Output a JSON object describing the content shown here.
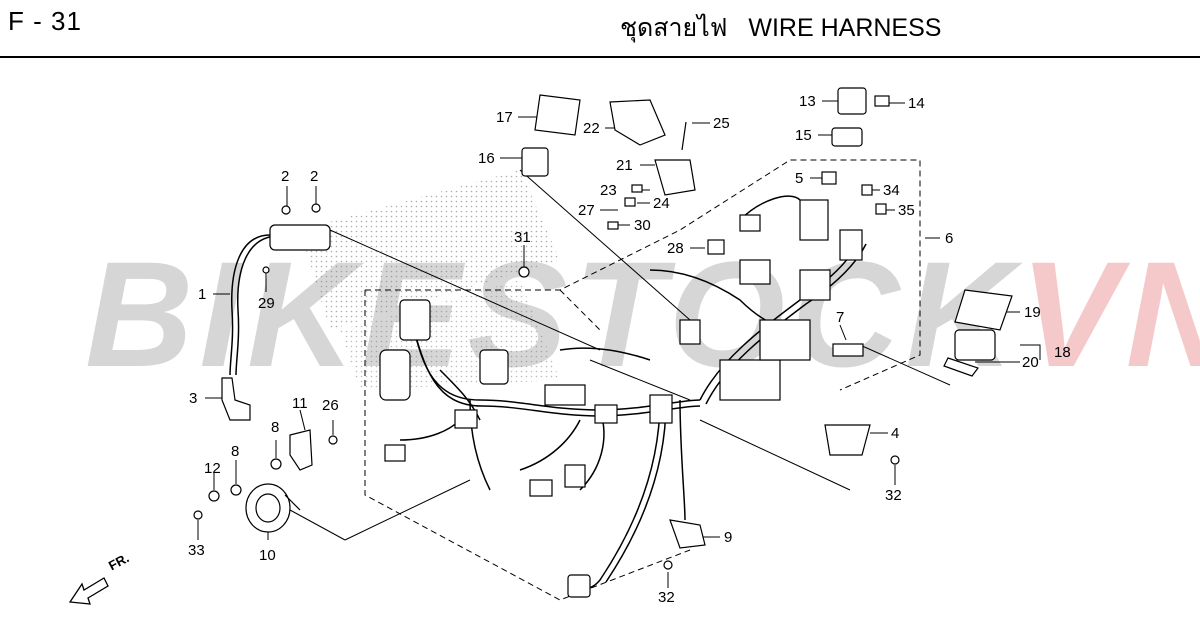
{
  "header": {
    "code": "F - 31",
    "title_thai": "ชุดสายไฟ",
    "title_en": "WIRE HARNESS"
  },
  "watermark": {
    "main": "BIKESTOCK",
    "accent": "VN",
    "accent_color": "#f2b8b8"
  },
  "orientation": {
    "label": "FR."
  },
  "callouts": [
    "1",
    "2",
    "2",
    "3",
    "4",
    "5",
    "6",
    "7",
    "8",
    "8",
    "9",
    "10",
    "11",
    "12",
    "13",
    "14",
    "15",
    "16",
    "17",
    "18",
    "19",
    "20",
    "21",
    "22",
    "23",
    "24",
    "25",
    "26",
    "27",
    "28",
    "29",
    "30",
    "31",
    "32",
    "32",
    "33",
    "34",
    "35"
  ]
}
